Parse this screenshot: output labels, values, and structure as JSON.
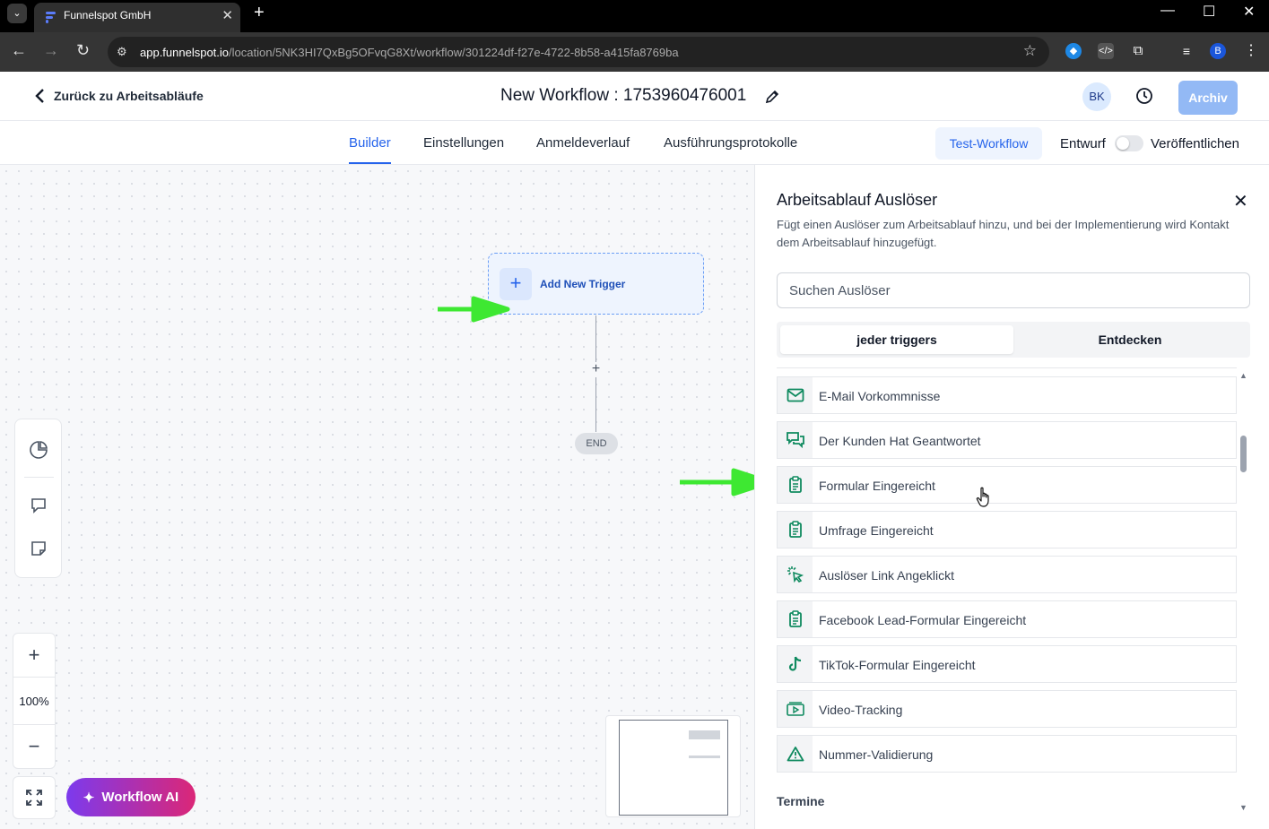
{
  "browser": {
    "tab_title": "Funnelspot GmbH",
    "url_host": "app.funnelspot.io",
    "url_path": "/location/5NK3HI7QxBg5OFvqG8Xt/workflow/301224df-f27e-4722-8b58-a415fa8769ba",
    "profile_initial": "B"
  },
  "header": {
    "back_label": "Zurück zu Arbeitsabläufe",
    "title": "New Workflow : 1753960476001",
    "avatar_initials": "BK",
    "archive_label": "Archiv"
  },
  "subnav": {
    "tabs": [
      {
        "label": "Builder",
        "active": true
      },
      {
        "label": "Einstellungen",
        "active": false
      },
      {
        "label": "Anmeldeverlauf",
        "active": false
      },
      {
        "label": "Ausführungsprotokolle",
        "active": false
      }
    ],
    "test_label": "Test-Workflow",
    "draft_label": "Entwurf",
    "publish_label": "Veröffentlichen",
    "published": false
  },
  "canvas": {
    "trigger_label": "Add New Trigger",
    "end_label": "END",
    "zoom": "100%",
    "ai_label": "Workflow AI"
  },
  "panel": {
    "title": "Arbeitsablauf Auslöser",
    "description": "Fügt einen Auslöser zum Arbeitsablauf hinzu, und bei der Implementierung wird Kontakt dem Arbeitsablauf hinzugefügt.",
    "search_placeholder": "Suchen Auslöser",
    "tabs": [
      "jeder triggers",
      "Entdecken"
    ],
    "items": [
      {
        "label": "E-Mail Vorkommnisse",
        "icon": "mail-icon"
      },
      {
        "label": "Der Kunden Hat Geantwortet",
        "icon": "chat-icon"
      },
      {
        "label": "Formular Eingereicht",
        "icon": "clipboard-icon"
      },
      {
        "label": "Umfrage Eingereicht",
        "icon": "clipboard-icon"
      },
      {
        "label": "Auslöser Link Angeklickt",
        "icon": "cursor-click-icon"
      },
      {
        "label": "Facebook Lead-Formular Eingereicht",
        "icon": "clipboard-icon"
      },
      {
        "label": "TikTok-Formular Eingereicht",
        "icon": "tiktok-icon"
      },
      {
        "label": "Video-Tracking",
        "icon": "video-icon"
      },
      {
        "label": "Nummer-Validierung",
        "icon": "warning-icon"
      }
    ],
    "next_section": "Termine"
  },
  "colors": {
    "accent": "#2563eb",
    "icon_green": "#0f8a5f",
    "arrow_green": "#3ee832"
  }
}
